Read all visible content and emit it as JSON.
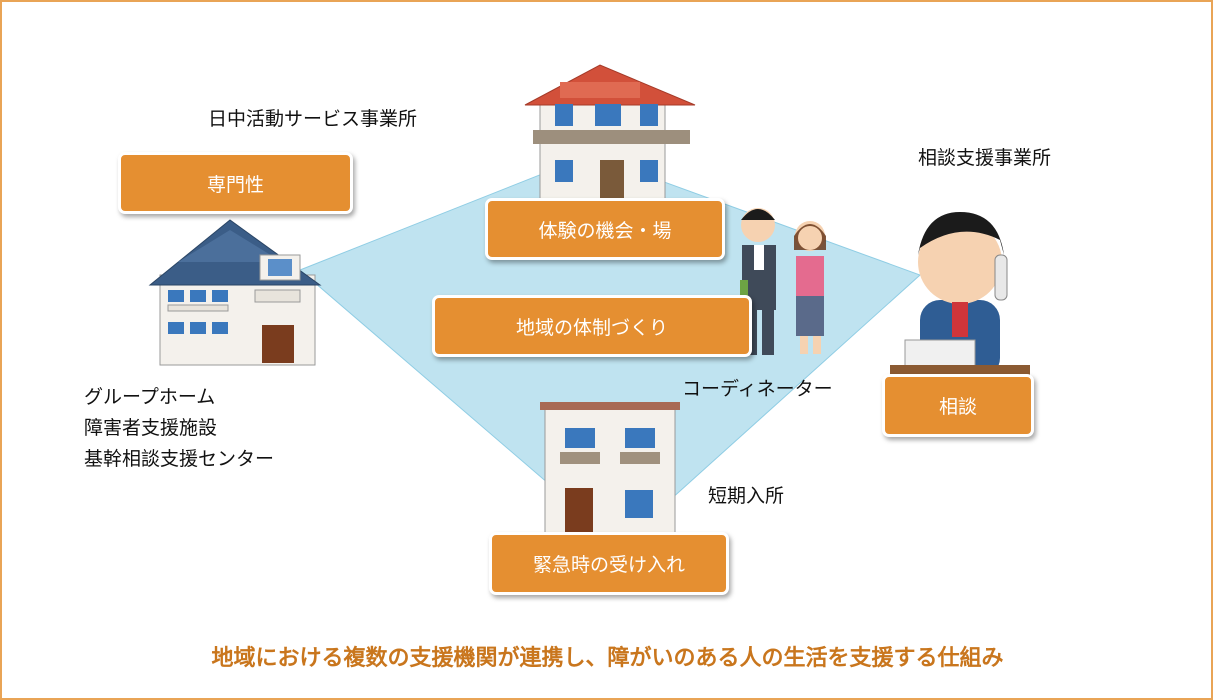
{
  "tags": {
    "expertise": "専門性",
    "experience": "体験の機会・場",
    "community": "地域の体制づくり",
    "consultation": "相談",
    "emergency": "緊急時の受け入れ"
  },
  "labels": {
    "day_activity": "日中活動サービス事業所",
    "consultation_office": "相談支援事業所",
    "coordinator": "コーディネーター",
    "short_stay": "短期入所",
    "group_home_lines": [
      "グループホーム",
      "障害者支援施設",
      "基幹相談支援センター"
    ]
  },
  "caption": "地域における複数の支援機関が連携し、障がいのある人の生活を支援する仕組み",
  "colors": {
    "accent": "#e58f31",
    "caption": "#c9761d",
    "network_fill": "#bfe3f0",
    "frame": "#e9a456"
  },
  "icons": [
    "house-blue-roof-icon",
    "house-red-roof-icon",
    "apartment-icon",
    "coordinator-people-icon",
    "phone-staff-icon"
  ]
}
